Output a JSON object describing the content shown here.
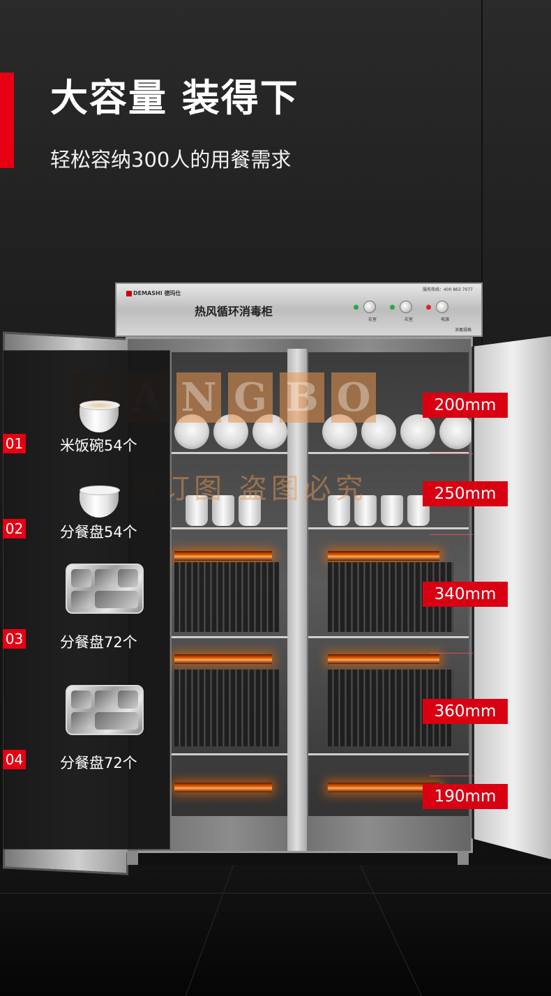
{
  "header": {
    "title": "大容量 装得下",
    "subtitle": "轻松容纳300人的用餐需求"
  },
  "cabinet": {
    "brand": "DEMASHI 德玛仕",
    "hotline": "服务热线：400 863 7077",
    "name": "热风循环消毒柜",
    "controls": [
      {
        "label": "右室",
        "led_color": "#22aa44"
      },
      {
        "label": "右室",
        "led_color": "#22aa44"
      },
      {
        "label": "电源",
        "led_color": "#dd2222"
      }
    ],
    "small_label": "消毒规格"
  },
  "watermark": {
    "letters": [
      "L",
      "A",
      "N",
      "G",
      "B",
      "O"
    ],
    "text": "专属订图  盗图必究"
  },
  "capacity_items": [
    {
      "number": "01",
      "label": "米饭碗54个",
      "icon": "rice-bowl-icon"
    },
    {
      "number": "02",
      "label": "分餐盘54个",
      "icon": "soup-bowl-icon"
    },
    {
      "number": "03",
      "label": "分餐盘72个",
      "icon": "compartment-tray-icon"
    },
    {
      "number": "04",
      "label": "分餐盘72个",
      "icon": "compartment-tray-icon"
    }
  ],
  "dimensions": [
    "200mm",
    "250mm",
    "340mm",
    "360mm",
    "190mm"
  ],
  "colors": {
    "accent": "#e60012",
    "dimension_badge": "#d90012"
  }
}
